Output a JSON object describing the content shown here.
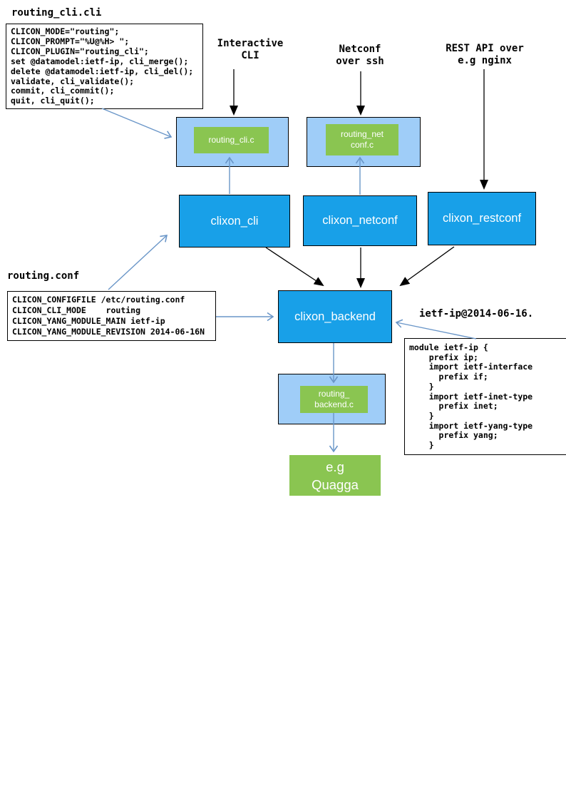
{
  "diagram": {
    "annotations": {
      "routing_cli_title": "routing_cli.cli",
      "routing_conf_title": "routing.conf",
      "interactive_cli": "Interactive\nCLI",
      "netconf_ssh": "Netconf\nover ssh",
      "rest_api": "REST API over\ne.g nginx",
      "ietf_ip_file": "ietf-ip@2014-06-16."
    },
    "code_boxes": {
      "routing_cli": [
        "CLICON_MODE=\"routing\";",
        "CLICON_PROMPT=\"%U@%H> \";",
        "CLICON_PLUGIN=\"routing_cli\";",
        "set @datamodel:ietf-ip, cli_merge();",
        "delete @datamodel:ietf-ip, cli_del();",
        "validate, cli_validate();",
        "commit, cli_commit();",
        "quit, cli_quit();"
      ],
      "routing_conf": [
        "CLICON_CONFIGFILE /etc/routing.conf",
        "CLICON_CLI_MODE    routing",
        "CLICON_YANG_MODULE_MAIN ietf-ip",
        "CLICON_YANG_MODULE_REVISION 2014-06-16N"
      ],
      "ietf_ip_module": [
        "module ietf-ip {",
        "    prefix ip;",
        "    import ietf-interface",
        "      prefix if;",
        "    }",
        "    import ietf-inet-type",
        "      prefix inet;",
        "    }",
        "    import ietf-yang-type",
        "      prefix yang;",
        "    }"
      ]
    },
    "nodes": {
      "routing_cli_c": "routing_cli.c",
      "routing_netconf_c": "routing_net\nconf.c",
      "routing_backend_c": "routing_\nbackend.c",
      "clixon_cli": "clixon_cli",
      "clixon_netconf": "clixon_netconf",
      "clixon_restconf": "clixon_restconf",
      "clixon_backend": "clixon_backend",
      "quagga": "e.g\nQuagga"
    },
    "colors": {
      "node_blue": "#18a0e8",
      "container_light_blue": "#9fcdf8",
      "plugin_green": "#8ac551",
      "arrow_blue": "#6a96c8",
      "arrow_black": "#000000"
    }
  }
}
